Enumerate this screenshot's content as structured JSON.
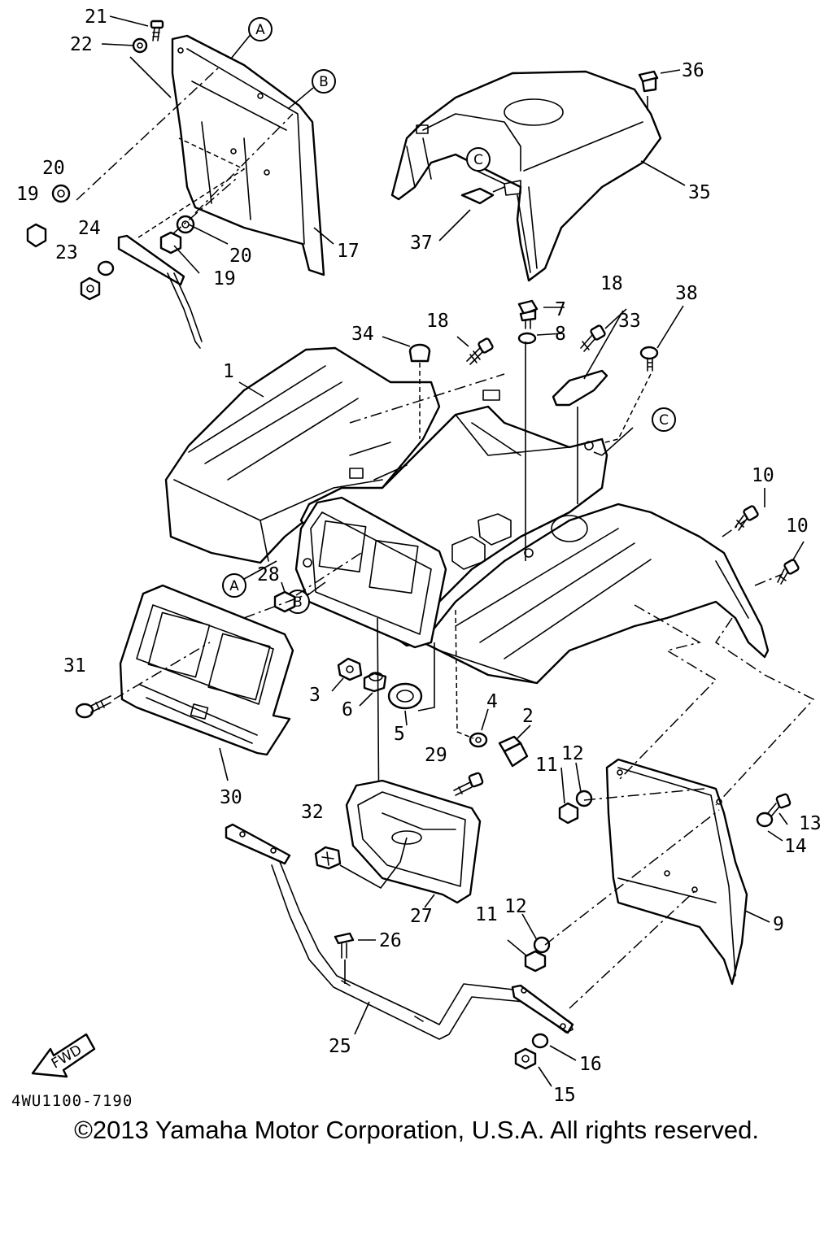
{
  "diagram": {
    "part_numbers": [
      "1",
      "2",
      "3",
      "4",
      "5",
      "6",
      "7",
      "8",
      "9",
      "10",
      "11",
      "12",
      "13",
      "14",
      "15",
      "16",
      "17",
      "18",
      "19",
      "20",
      "21",
      "22",
      "23",
      "24",
      "25",
      "26",
      "27",
      "28",
      "29",
      "30",
      "31",
      "32",
      "33",
      "34",
      "35",
      "36",
      "37",
      "38"
    ],
    "reference_markers": [
      "A",
      "B",
      "C"
    ],
    "direction_arrow_label": "FWD",
    "drawing_code": "4WU1100-7190"
  },
  "footer": {
    "copyright": "©2013 Yamaha Motor Corporation, U.S.A. All rights reserved."
  }
}
